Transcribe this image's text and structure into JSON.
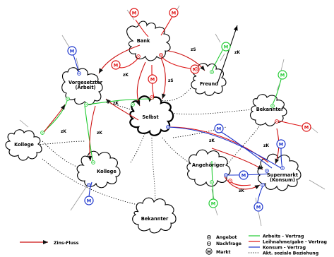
{
  "nodes": {
    "bank": "Bank",
    "selbst": "Selbst",
    "vorgesetzter": "Vorgesetzter\n(Arbeit)",
    "freund": "Freund",
    "bekannter_right": "Bekannter",
    "kollege_left": "Kollege",
    "kollege_mid": "Kollege",
    "angehoeriger": "Angehöriger",
    "supermarkt": "Supermarkt\n(Konsum)",
    "bekannter_bottom": "Bekannter"
  },
  "market_symbol": "M",
  "interest_labels": {
    "zk": "zK",
    "zs": "zS"
  },
  "legend": {
    "flow": "Zins-Fluss",
    "angebot": "Angebot",
    "nachfrage": "Nachfrage",
    "markt": "Markt",
    "arbeits_vertrag": "Arbeits - Vertrag",
    "leih_vertrag": "Leihnahme/gabe - Vertrag",
    "konsum_vertrag": "Konsum - Vertrag",
    "sozial": "Akt. soziale Beziehung"
  },
  "colors": {
    "arbeit": "#22cc33",
    "leih": "#dd1111",
    "konsum": "#1a33cc",
    "sozial": "#000000",
    "spoke": "#999999"
  }
}
